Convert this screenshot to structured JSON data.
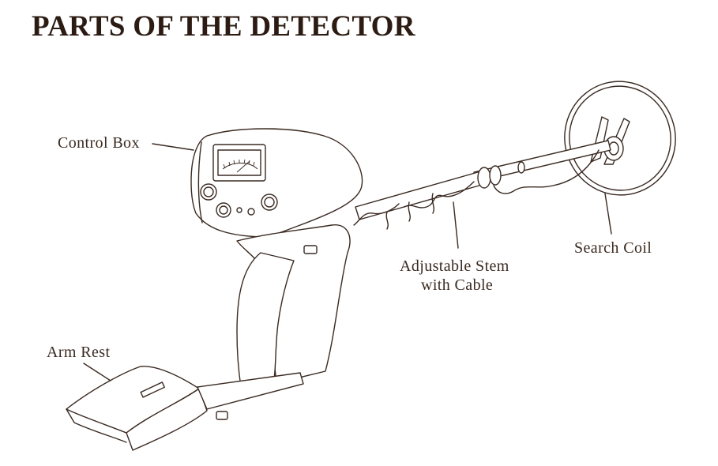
{
  "title": "PARTS OF THE DETECTOR",
  "labels": {
    "control_box": "Control Box",
    "stem_line1": "Adjustable Stem",
    "stem_line2": "with Cable",
    "search_coil": "Search Coil",
    "arm_rest": "Arm Rest"
  },
  "colors": {
    "title": "#2b1b12",
    "label": "#3a2a20",
    "line": "#3a2a22",
    "background": "#ffffff"
  }
}
